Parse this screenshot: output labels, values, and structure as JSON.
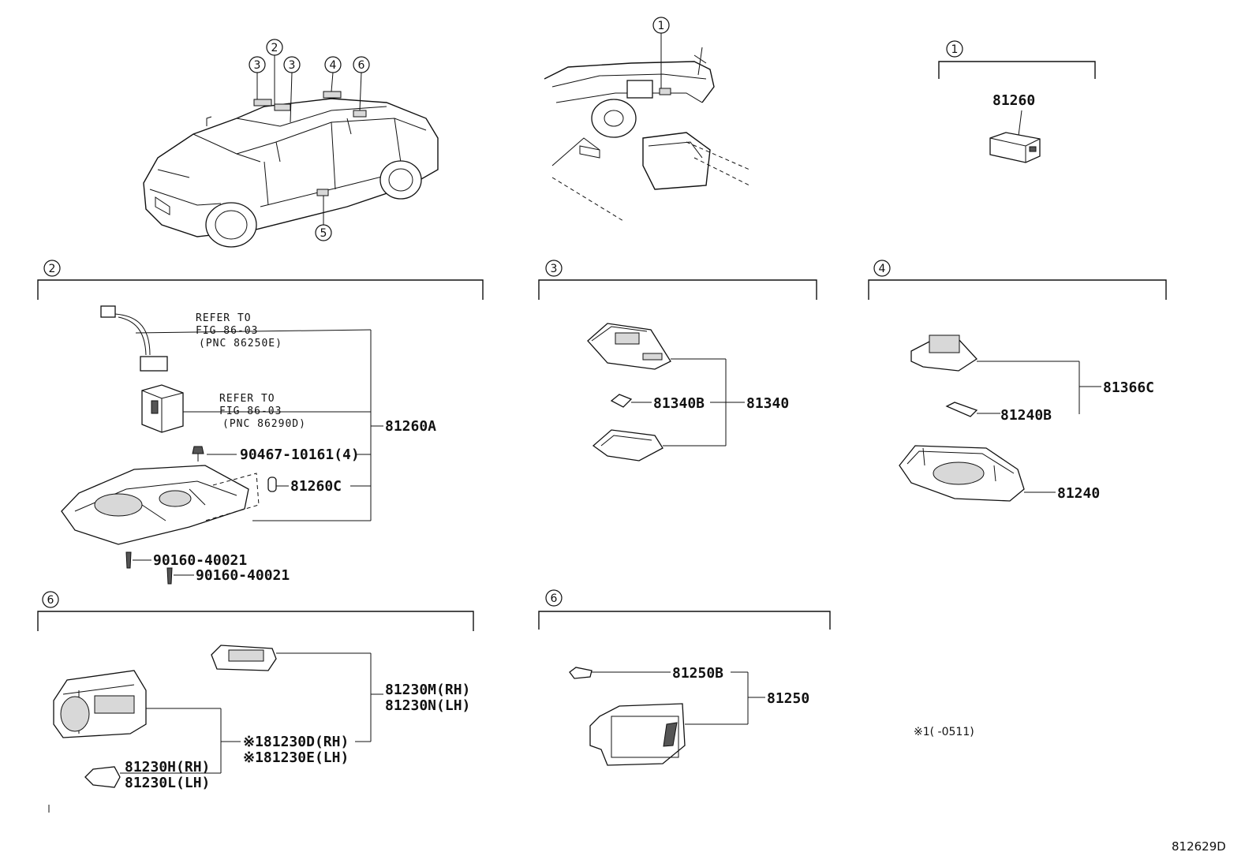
{
  "callouts": {
    "c1": "1",
    "c2": "2",
    "c3": "3",
    "c4": "4",
    "c5": "5",
    "c6": "6"
  },
  "parts": {
    "p81260": "81260",
    "p81260A": "81260A",
    "p81260C": "81260C",
    "p90467": "90467-10161(4)",
    "p90160a": "90160-40021",
    "p90160b": "90160-40021",
    "p81340": "81340",
    "p81340B": "81340B",
    "p81366C": "81366C",
    "p81240B": "81240B",
    "p81240": "81240",
    "p81230M": "81230M(RH)",
    "p81230N": "81230N(LH)",
    "p81230D": "※181230D(RH)",
    "p81230E": "※181230E(LH)",
    "p81230H": "81230H(RH)",
    "p81230L": "81230L(LH)",
    "p81250B": "81250B",
    "p81250": "81250"
  },
  "refs": {
    "r1_line1": "REFER TO",
    "r1_line2": "FIG 86-03",
    "r1_line3": "(PNC 86250E)",
    "r2_line1": "REFER TO",
    "r2_line2": "FIG 86-03",
    "r2_line3": "(PNC 86290D)"
  },
  "footnote": "※1(      -0511)",
  "figure_id": "812629D"
}
